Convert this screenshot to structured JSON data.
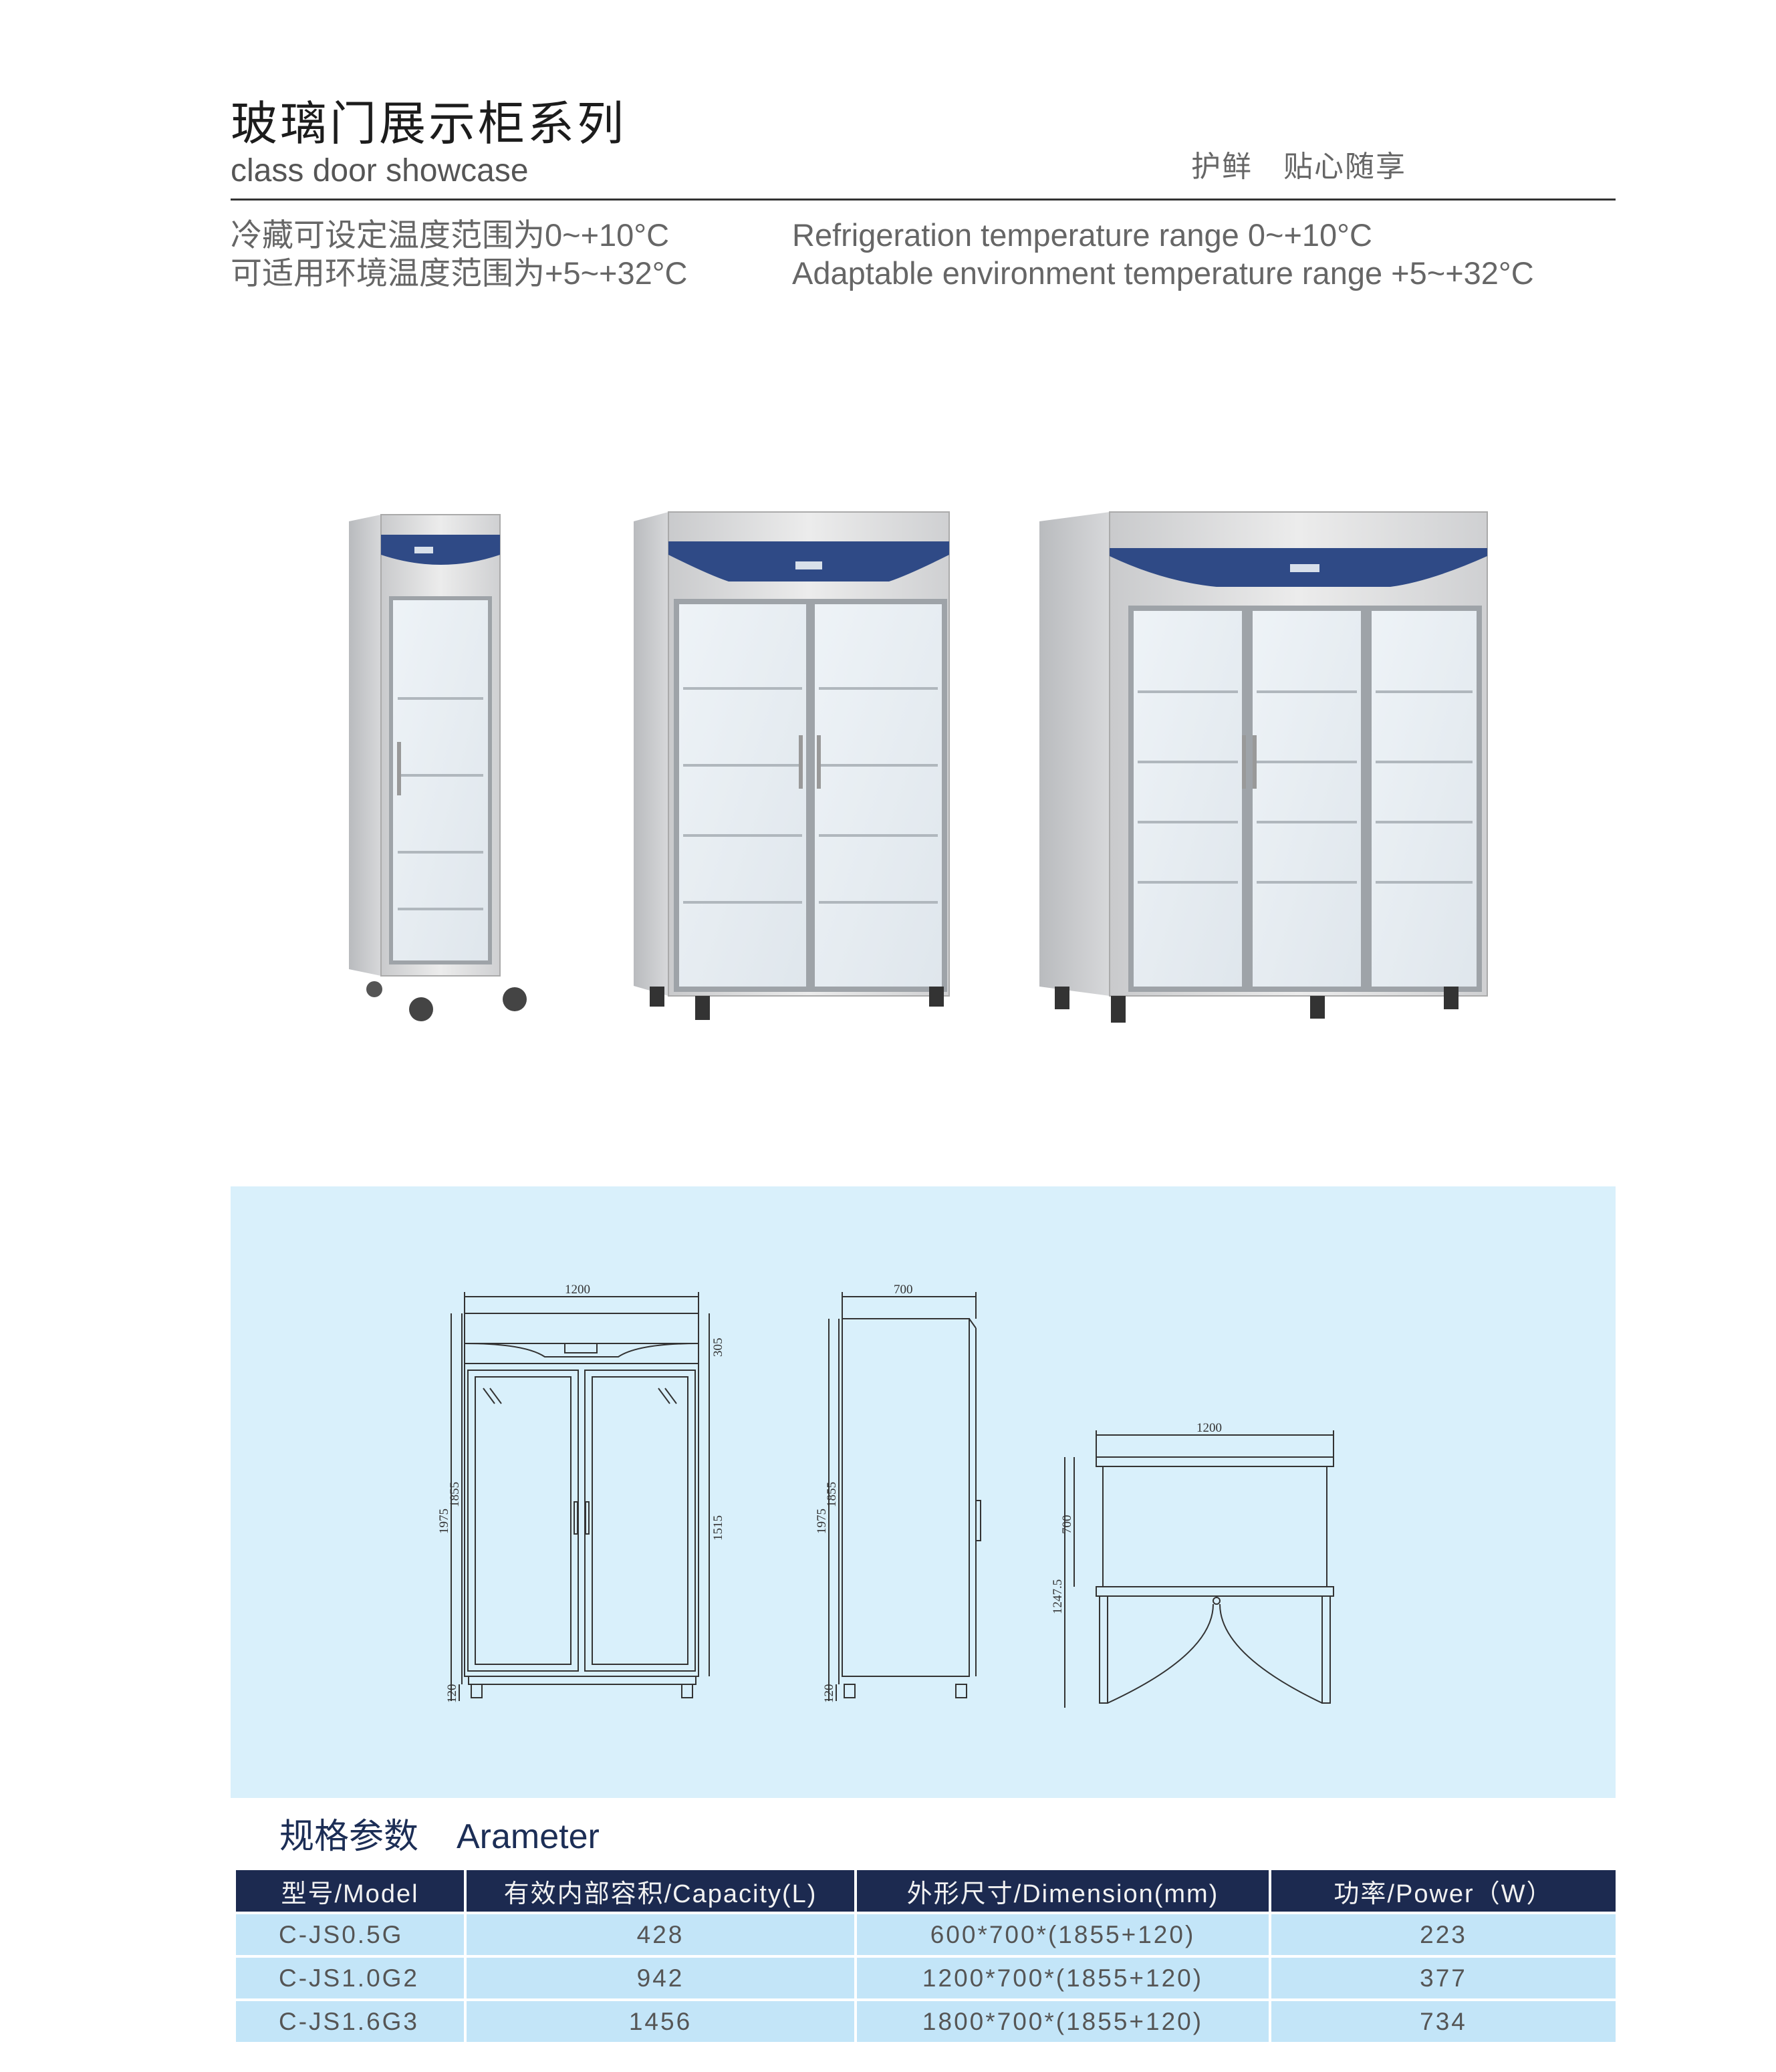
{
  "header": {
    "title_cn": "玻璃门展示柜系列",
    "title_en": "class door showcase",
    "slogan": "护鲜　贴心随享"
  },
  "specs": {
    "cn_line1": "冷藏可设定温度范围为0~+10°C",
    "cn_line2": "可适用环境温度范围为+5~+32°C",
    "en_line1": "Refrigeration temperature range 0~+10°C",
    "en_line2": "Adaptable environment temperature range +5~+32°C"
  },
  "drawing": {
    "front_width": "1200",
    "front_top_height": "305",
    "front_total_height": "1975",
    "front_body_height": "1855",
    "front_door_height": "1515",
    "front_leg_height": "120",
    "side_depth": "700",
    "side_total_height": "1975",
    "side_body_height": "1855",
    "side_leg_height": "120",
    "top_width": "1200",
    "top_depth": "700",
    "top_open_depth": "1247.5"
  },
  "params": {
    "title_cn": "规格参数",
    "title_en": "Arameter"
  },
  "table": {
    "headers": [
      "型号/Model",
      "有效内部容积/Capacity(L)",
      "外形尺寸/Dimension(mm)",
      "功率/Power（W）"
    ],
    "rows": [
      [
        "C-JS0.5G",
        "428",
        "600*700*(1855+120)",
        "223"
      ],
      [
        "C-JS1.0G2",
        "942",
        "1200*700*(1855+120)",
        "377"
      ],
      [
        "C-JS1.6G3",
        "1456",
        "1800*700*(1855+120)",
        "734"
      ]
    ]
  },
  "colors": {
    "panel_bg": "#d9f0fb",
    "table_header_bg": "#1c2a50",
    "table_row_bg": "#c3e5f8",
    "control_panel_blue": "#2f4a86"
  }
}
